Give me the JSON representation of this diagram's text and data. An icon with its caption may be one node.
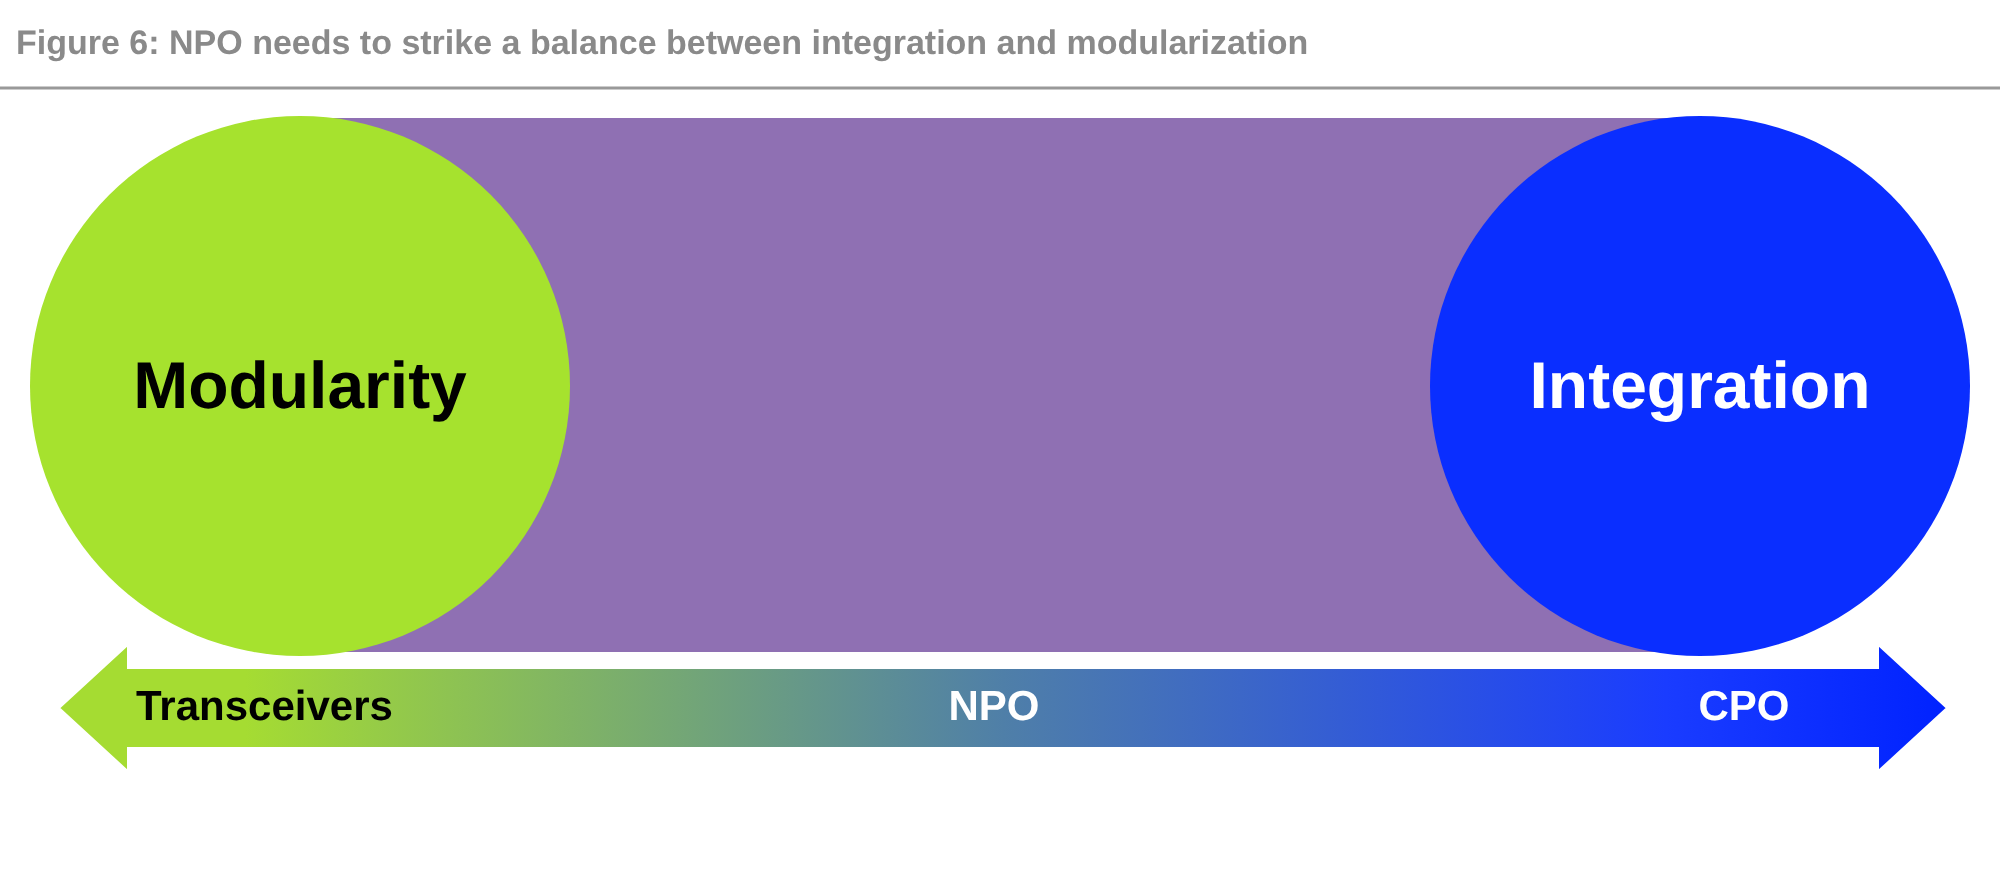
{
  "diagram": {
    "title": "Figure 6: NPO needs to strike a balance between integration and modularization",
    "nodes": [
      {
        "text": [
          "Modularity"
        ]
      },
      {
        "text": [
          "Integration"
        ]
      }
    ],
    "labels": [
      "Transceivers",
      "NPO",
      "CPO"
    ]
  }
}
